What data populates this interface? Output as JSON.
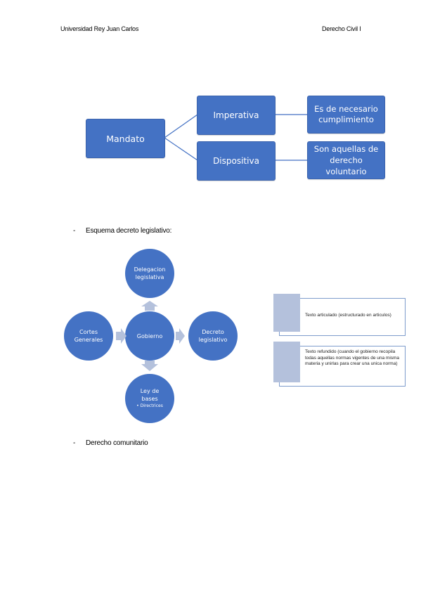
{
  "header": {
    "left": "Universidad Rey Juan Carlos",
    "right": "Derecho Civil I"
  },
  "mandato_diagram": {
    "root": "Mandato",
    "branches": [
      {
        "label": "Imperativa",
        "description": "Es de necesario cumplimiento"
      },
      {
        "label": "Dispositiva",
        "description": "Son aquellas de derecho voluntario"
      }
    ],
    "colors": {
      "box": "#4472c4",
      "line": "#4472c4"
    }
  },
  "bullets": {
    "esquema": "Esquema decreto legislativo:",
    "comunitario": "Derecho comunitario"
  },
  "decreto_diagram": {
    "center": "Gobierno",
    "left": "Cortes Generales",
    "top": "Delegacion legislativa",
    "right": "Decreto legislativo",
    "bottom": "Ley de bases",
    "bottom_sub": "• Directrices",
    "colors": {
      "circle": "#4472c4",
      "arrow": "#b4c1dc"
    }
  },
  "side_notes": [
    {
      "text": "Texto articulado (estructurado en articulos)"
    },
    {
      "text": "Texto refundido (cuando el gobierno recopila todas aquellas normas vigentes de una misma materia y unirlas para crear una unica norma)"
    }
  ]
}
